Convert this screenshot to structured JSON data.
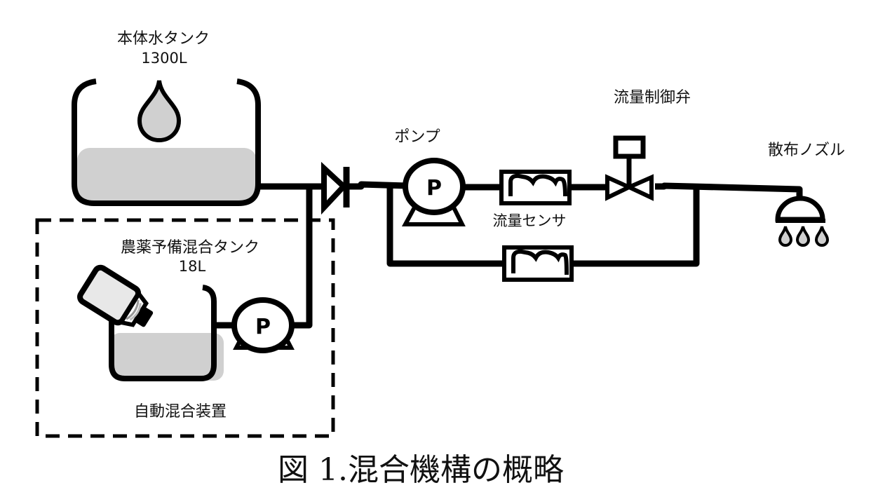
{
  "figure": {
    "caption": "図 1.混合機構の概略"
  },
  "components": {
    "main_tank": {
      "label": "本体水タンク",
      "capacity": "1300L"
    },
    "premix_tank": {
      "label": "農薬予備混合タンク",
      "capacity": "18L"
    },
    "auto_mixer": {
      "label": "自動混合装置"
    },
    "pump": {
      "label": "ポンプ",
      "symbol": "P"
    },
    "mixer_pump": {
      "symbol": "P"
    },
    "flow_sensor": {
      "label": "流量センサ"
    },
    "flow_control_valve": {
      "label": "流量制御弁"
    },
    "spray_nozzle": {
      "label": "散布ノズル"
    }
  },
  "colors": {
    "line": "#000000",
    "liquid": "#d0d0d0",
    "bottle_body": "#e8e8e8"
  }
}
